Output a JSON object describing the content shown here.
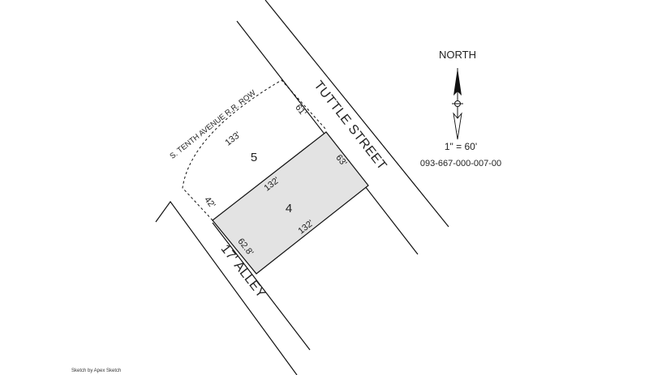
{
  "streets": {
    "tuttle": "TUTTLE STREET",
    "alley": "17' ALLEY",
    "row": "S. TENTH AVENUE R.R. ROW"
  },
  "lots": {
    "lot4": "4",
    "lot5": "5"
  },
  "dimensions": {
    "lot4_top": "132'",
    "lot4_bottom": "132'",
    "lot4_right": "63'",
    "lot4_left": "62.8'",
    "lot5_top": "133'",
    "lot5_right": "61'",
    "lot5_left": "42'"
  },
  "compass": {
    "label": "NORTH",
    "scale": "1\" = 60'"
  },
  "parcel_id": "093-667-000-007-00",
  "credit": "Sketch by Apex Sketch",
  "colors": {
    "lot4_fill": "#e3e3e3",
    "line": "#111111"
  }
}
